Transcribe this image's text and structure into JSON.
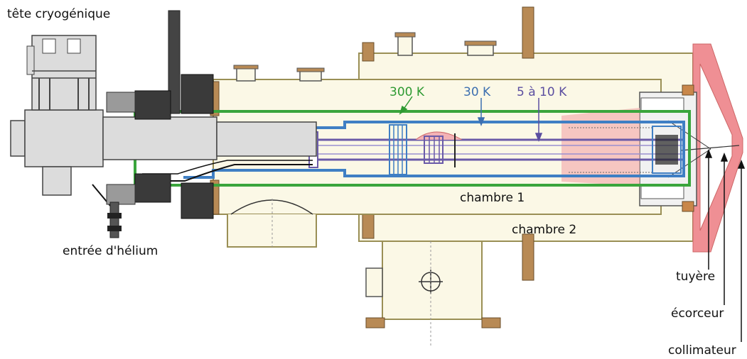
{
  "labels": {
    "cryo_head": "tête cryogénique",
    "helium_inlet": "entrée d'hélium",
    "t300": "300 K",
    "t30": "30 K",
    "t5_10": "5 à 10 K",
    "chamber1": "chambre 1",
    "chamber2": "chambre 2",
    "nozzle": "tuyère",
    "skimmer": "écorceur",
    "collimator": "collimateur"
  },
  "colors": {
    "chamber_fill": "#fbf8e6",
    "chamber_stroke": "#9a8f55",
    "flange": "#b88a55",
    "shield_300k": "#3aa53c",
    "shield_30k": "#3f7fc4",
    "shield_5_10k": "#6a5aa8",
    "cone": "#ef8f94",
    "cryo_head": "#dcdcdc"
  }
}
